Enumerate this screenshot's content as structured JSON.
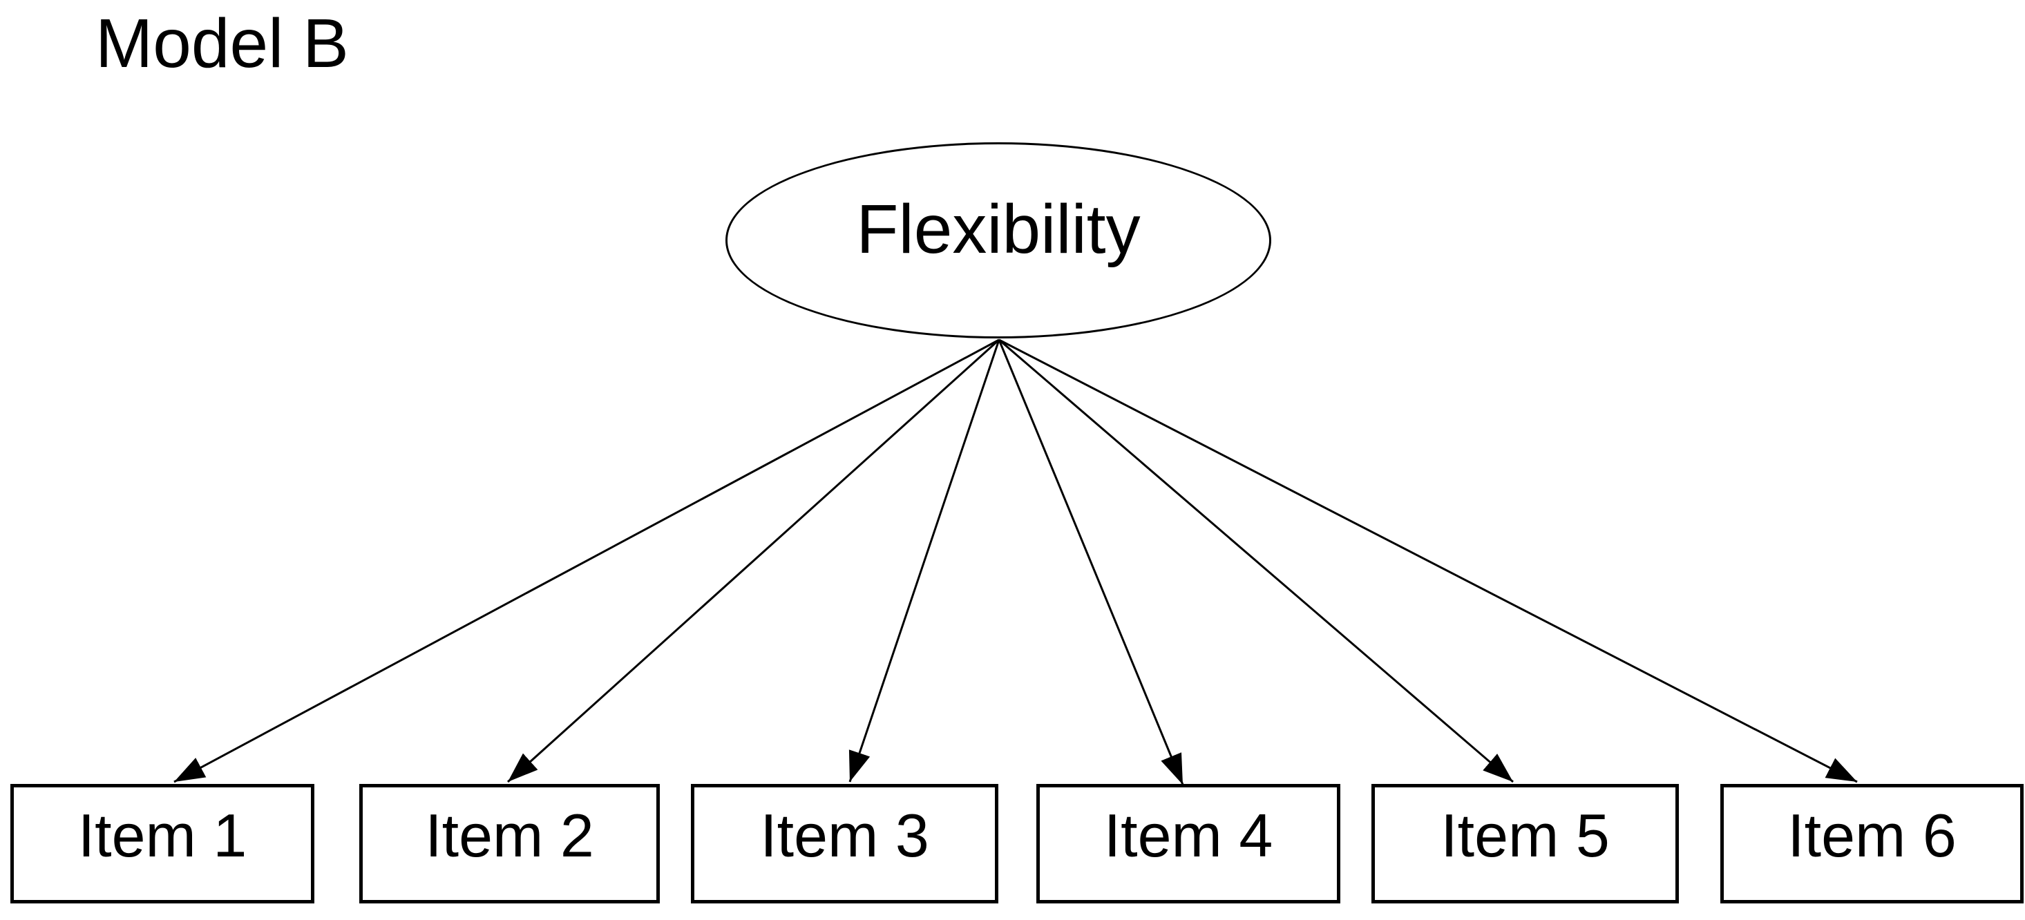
{
  "title": "Model B",
  "factor": {
    "label": "Flexibility",
    "shape": "ellipse"
  },
  "items": [
    {
      "label": "Item 1"
    },
    {
      "label": "Item 2"
    },
    {
      "label": "Item 3"
    },
    {
      "label": "Item 4"
    },
    {
      "label": "Item 5"
    },
    {
      "label": "Item 6"
    }
  ],
  "arrows": {
    "from": "Flexibility",
    "to": [
      "Item 1",
      "Item 2",
      "Item 3",
      "Item 4",
      "Item 5",
      "Item 6"
    ],
    "style": "single-headed",
    "count": 6
  },
  "colors": {
    "background": "#ffffff",
    "line": "#000000",
    "text": "#000000"
  }
}
